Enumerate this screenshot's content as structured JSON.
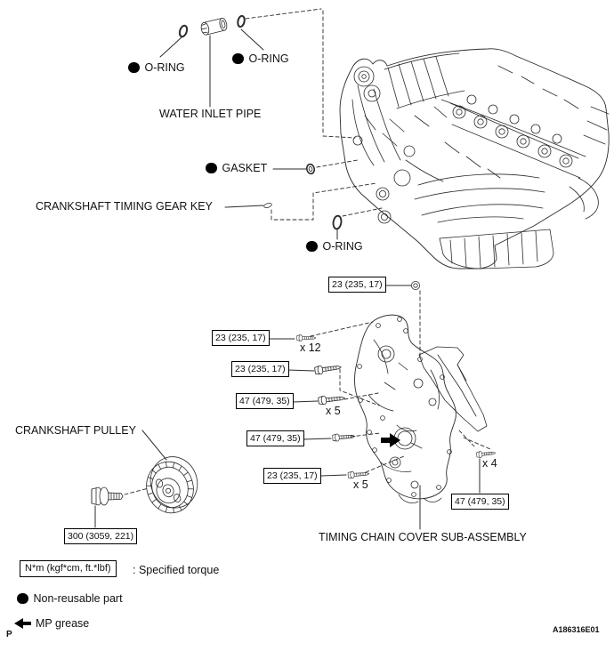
{
  "figure": {
    "parts": {
      "oring_top_left": "O-RING",
      "oring_top_right": "O-RING",
      "water_inlet_pipe": "WATER INLET PIPE",
      "gasket": "GASKET",
      "crankshaft_timing_gear_key": "CRANKSHAFT TIMING GEAR KEY",
      "oring_middle": "O-RING",
      "crankshaft_pulley": "CRANKSHAFT PULLEY",
      "timing_chain_cover": "TIMING CHAIN COVER SUB-ASSEMBLY"
    },
    "torque_boxes": [
      {
        "location": "upper-cover-nut",
        "value": "23 (235, 17)"
      },
      {
        "location": "cover-bolt-row-1",
        "value": "23 (235, 17)",
        "qty": "x 12"
      },
      {
        "location": "cover-bolt-row-2",
        "value": "23 (235, 17)"
      },
      {
        "location": "cover-bolt-row-3",
        "value": "47 (479, 35)",
        "qty": "x 5"
      },
      {
        "location": "cover-bolt-row-4",
        "value": "47 (479, 35)"
      },
      {
        "location": "cover-bolt-row-5",
        "value": "23 (235, 17)",
        "qty": "x 5"
      },
      {
        "location": "bracket-bolt",
        "value": "47 (479, 35)",
        "qty": "x 4"
      },
      {
        "location": "crankshaft-pulley-bolt",
        "value": "300 (3059, 221)"
      }
    ],
    "legend": {
      "torque_unit_box": "N*m (kgf*cm, ft.*lbf)",
      "torque_caption": ": Specified torque",
      "non_reusable": "Non-reusable part",
      "mp_grease": "MP grease"
    },
    "footer": {
      "page_marker": "P",
      "figure_code": "A186316E01"
    }
  }
}
